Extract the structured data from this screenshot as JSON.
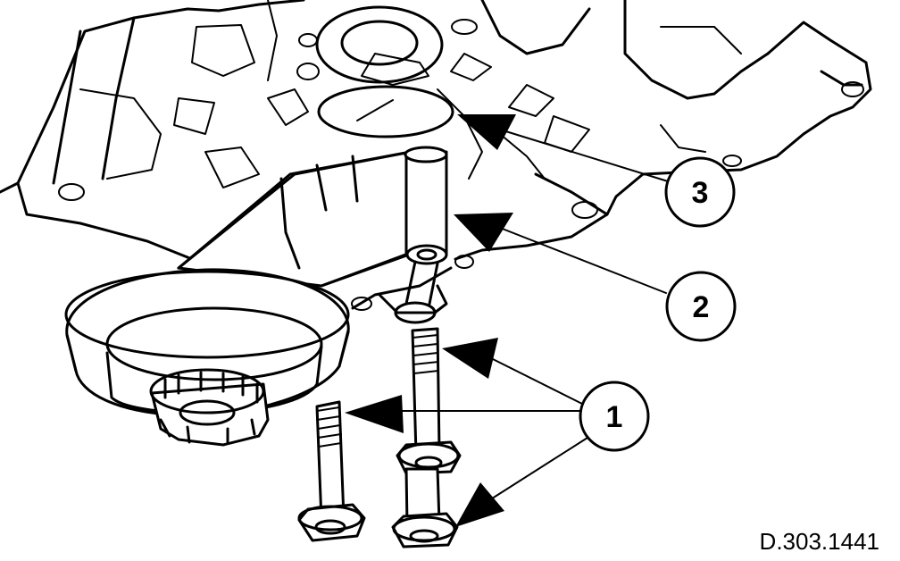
{
  "callouts": [
    {
      "id": "1",
      "label": "1"
    },
    {
      "id": "2",
      "label": "2"
    },
    {
      "id": "3",
      "label": "3"
    }
  ],
  "figure": {
    "reference_code": "D.303.1441"
  },
  "colors": {
    "ink": "#000000",
    "paper": "#ffffff"
  }
}
